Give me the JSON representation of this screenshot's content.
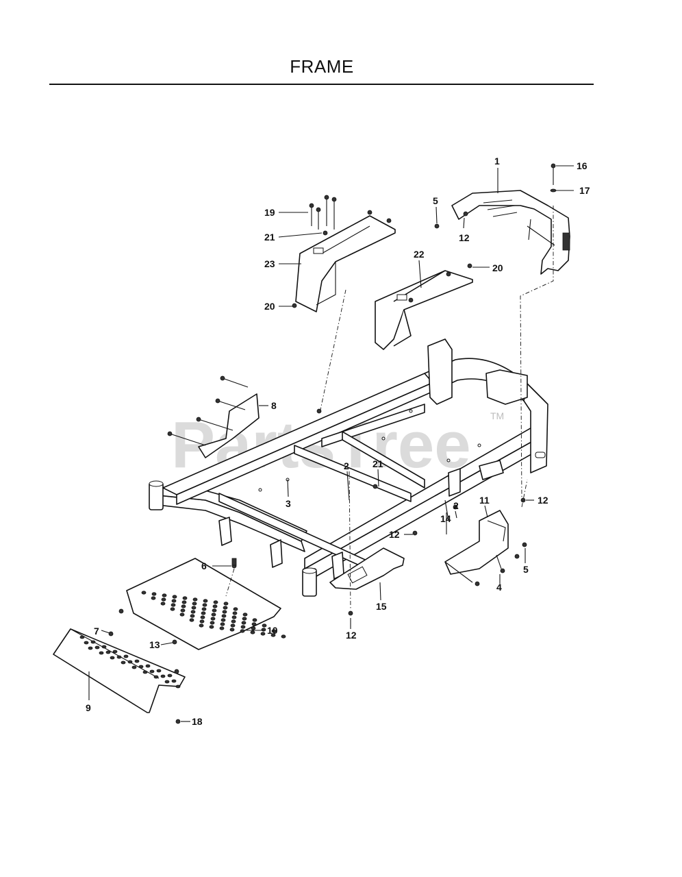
{
  "header": {
    "title": "FRAME"
  },
  "watermark": {
    "brand": "PartsTree",
    "trademark": "TM"
  },
  "callouts": [
    {
      "id": "c1",
      "text": "1"
    },
    {
      "id": "c2a",
      "text": "2"
    },
    {
      "id": "c2b",
      "text": "2"
    },
    {
      "id": "c3",
      "text": "3"
    },
    {
      "id": "c4",
      "text": "4"
    },
    {
      "id": "c5a",
      "text": "5"
    },
    {
      "id": "c5b",
      "text": "5"
    },
    {
      "id": "c6",
      "text": "6"
    },
    {
      "id": "c7",
      "text": "7"
    },
    {
      "id": "c8",
      "text": "8"
    },
    {
      "id": "c9",
      "text": "9"
    },
    {
      "id": "c10",
      "text": "10"
    },
    {
      "id": "c11",
      "text": "11"
    },
    {
      "id": "c12a",
      "text": "12"
    },
    {
      "id": "c12b",
      "text": "12"
    },
    {
      "id": "c12c",
      "text": "12"
    },
    {
      "id": "c12d",
      "text": "12"
    },
    {
      "id": "c13",
      "text": "13"
    },
    {
      "id": "c14",
      "text": "14"
    },
    {
      "id": "c15",
      "text": "15"
    },
    {
      "id": "c16",
      "text": "16"
    },
    {
      "id": "c17",
      "text": "17"
    },
    {
      "id": "c18",
      "text": "18"
    },
    {
      "id": "c19",
      "text": "19"
    },
    {
      "id": "c20a",
      "text": "20"
    },
    {
      "id": "c20b",
      "text": "20"
    },
    {
      "id": "c21a",
      "text": "21"
    },
    {
      "id": "c21b",
      "text": "21"
    },
    {
      "id": "c22",
      "text": "22"
    },
    {
      "id": "c23",
      "text": "23"
    }
  ]
}
